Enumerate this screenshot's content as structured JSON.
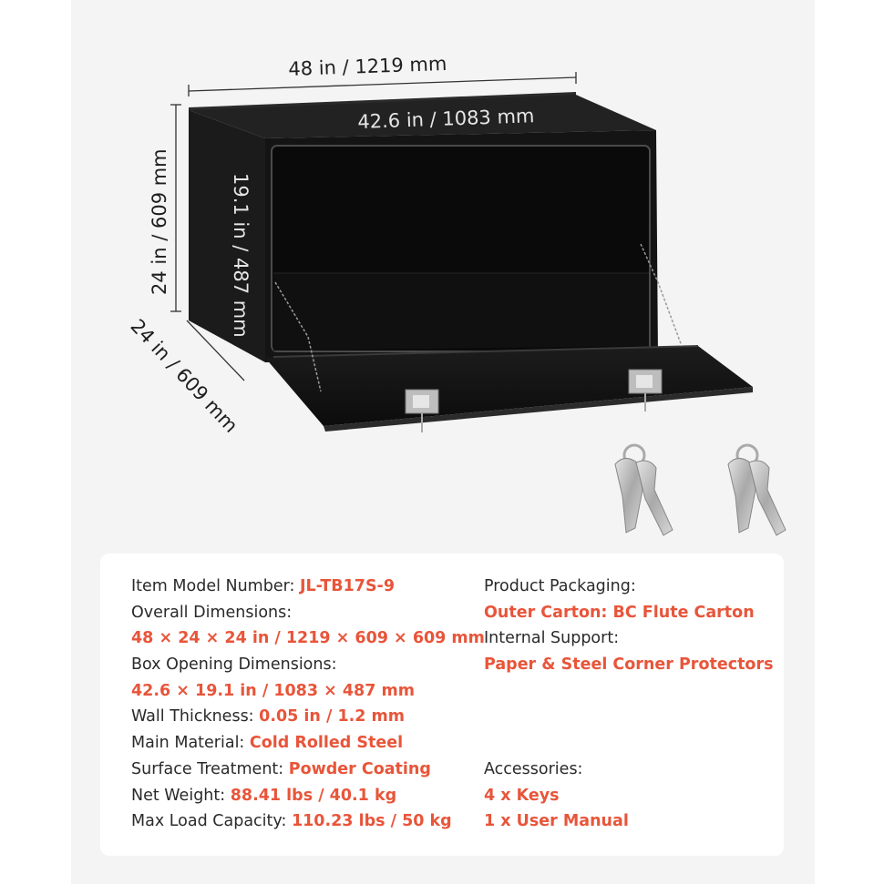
{
  "dimensions": {
    "overall_width": "48 in / 1219 mm",
    "opening_width": "42.6 in / 1083 mm",
    "height": "24 in / 609 mm",
    "opening_height": "19.1 in / 487 mm",
    "depth": "24 in / 609 mm"
  },
  "specs_left": [
    {
      "label": "Item Model Number: ",
      "value": "JL-TB17S-9"
    },
    {
      "label": "Overall Dimensions:",
      "value": ""
    },
    {
      "label": "",
      "value": "48 × 24 × 24 in / 1219 × 609 × 609 mm"
    },
    {
      "label": "Box Opening Dimensions:",
      "value": ""
    },
    {
      "label": "",
      "value": "42.6 × 19.1 in / 1083 × 487 mm"
    },
    {
      "label": "Wall Thickness: ",
      "value": "0.05 in / 1.2 mm"
    },
    {
      "label": "Main Material: ",
      "value": "Cold Rolled Steel"
    },
    {
      "label": "Surface Treatment: ",
      "value": "Powder Coating"
    },
    {
      "label": "Net Weight: ",
      "value": "88.41 lbs / 40.1 kg"
    },
    {
      "label": "Max Load Capacity: ",
      "value": "110.23 lbs / 50 kg"
    }
  ],
  "specs_right": {
    "packaging_label": "Product Packaging:",
    "packaging_value": "Outer Carton: BC Flute Carton",
    "support_label": "Internal Support:",
    "support_value": "Paper & Steel Corner Protectors",
    "accessories_label": "Accessories:",
    "accessories": [
      "4 x Keys",
      "1 x User Manual"
    ]
  },
  "colors": {
    "accent": "#e8553a",
    "box": "#141414",
    "background": "#f4f4f4"
  }
}
